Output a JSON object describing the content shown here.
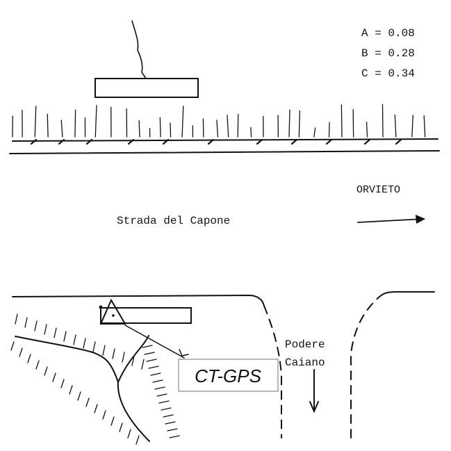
{
  "legend": {
    "a": "A = 0.08",
    "b": "B = 0.28",
    "c": "C = 0.34"
  },
  "labels": {
    "direction": "ORVIETO",
    "road": "Strada del Capone",
    "farm_line1": "Podere",
    "farm_line2": "Caiano",
    "station": "CT-GPS"
  },
  "colors": {
    "ink": "#111111",
    "station_box_border": "#888888"
  }
}
